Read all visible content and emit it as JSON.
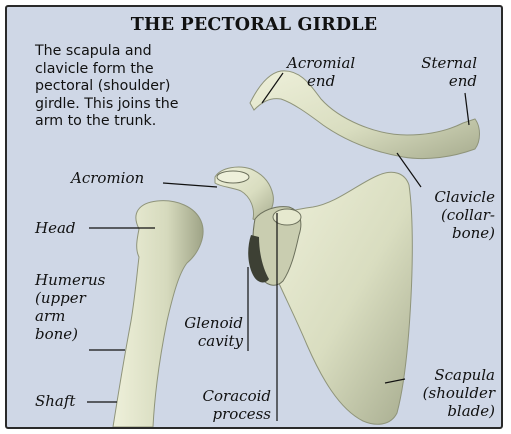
{
  "title": "THE PECTORAL GIRDLE",
  "intro_lines": [
    "The scapula and",
    "clavicle form the",
    "pectoral (shoulder)",
    "girdle. This joins the",
    "arm to the trunk."
  ],
  "labels": {
    "acromial_end": [
      "Acromial",
      "end"
    ],
    "sternal_end": [
      "Sternal",
      "end"
    ],
    "acromion": "Acromion",
    "clavicle": [
      "Clavicle",
      "(collar-",
      "bone)"
    ],
    "head": "Head",
    "humerus": [
      "Humerus",
      "(upper",
      "arm",
      "bone)"
    ],
    "glenoid_cavity": [
      "Glenoid",
      "cavity"
    ],
    "shaft": "Shaft",
    "coracoid_process": [
      "Coracoid",
      "process"
    ],
    "scapula": [
      "Scapula",
      "(shoulder",
      "blade)"
    ]
  },
  "colors": {
    "background": "#cfd7e6",
    "bone": "#dfe3c8",
    "bone_shade": "#a9ae92",
    "text": "#111111"
  }
}
